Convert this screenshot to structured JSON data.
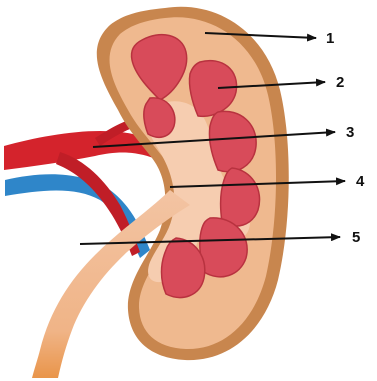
{
  "colors": {
    "cortex_outer": "#c8864e",
    "cortex": "#efb98f",
    "pelvis": "#f6cdb0",
    "pyramid": "#d84b5a",
    "pyramid_dark": "#b8323f",
    "artery": "#d4232c",
    "vein": "#2f86c9",
    "ureter": "#f3c4a3",
    "ureter_end": "#e9954a",
    "arrow": "#111111"
  },
  "labels": [
    {
      "id": "1",
      "text": "1"
    },
    {
      "id": "2",
      "text": "2"
    },
    {
      "id": "3",
      "text": "3"
    },
    {
      "id": "4",
      "text": "4"
    },
    {
      "id": "5",
      "text": "5"
    }
  ]
}
